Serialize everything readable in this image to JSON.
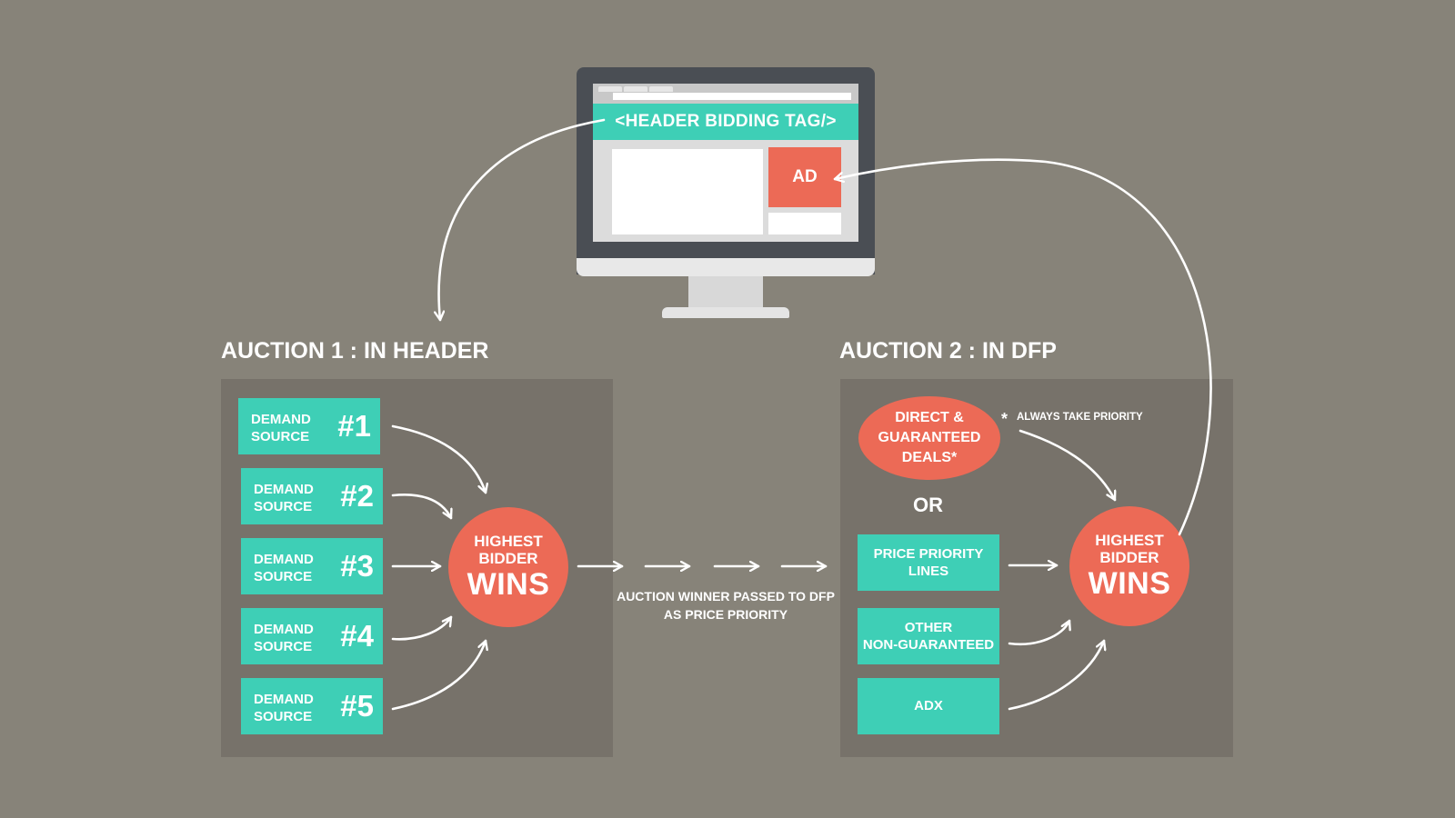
{
  "monitor": {
    "tag_text": "<HEADER BIDDING TAG/>",
    "ad_label": "AD"
  },
  "auction1": {
    "title": "AUCTION 1 : IN HEADER",
    "demand_sources": [
      {
        "label": "DEMAND SOURCE",
        "number": "#1"
      },
      {
        "label": "DEMAND SOURCE",
        "number": "#2"
      },
      {
        "label": "DEMAND SOURCE",
        "number": "#3"
      },
      {
        "label": "DEMAND SOURCE",
        "number": "#4"
      },
      {
        "label": "DEMAND SOURCE",
        "number": "#5"
      }
    ],
    "winner_top": "HIGHEST BIDDER",
    "winner_big": "WINS"
  },
  "passed_caption": "AUCTION WINNER PASSED TO DFP AS PRICE PRIORITY",
  "auction2": {
    "title": "AUCTION 2 : IN DFP",
    "direct_deals": "DIRECT &\nGUARANTEED\nDEALS*",
    "priority_note": "ALWAYS TAKE PRIORITY",
    "priority_star": "*",
    "or_label": "OR",
    "line_items": [
      {
        "line1": "PRICE PRIORITY",
        "line2": "LINES"
      },
      {
        "line1": "OTHER",
        "line2": "NON-GUARANTEED"
      },
      {
        "line1": "ADX",
        "line2": ""
      }
    ],
    "winner_top": "HIGHEST BIDDER",
    "winner_big": "WINS"
  },
  "colors": {
    "background": "#878379",
    "panel": "#77726a",
    "teal": "#3ecfb6",
    "coral": "#ec6a56"
  }
}
